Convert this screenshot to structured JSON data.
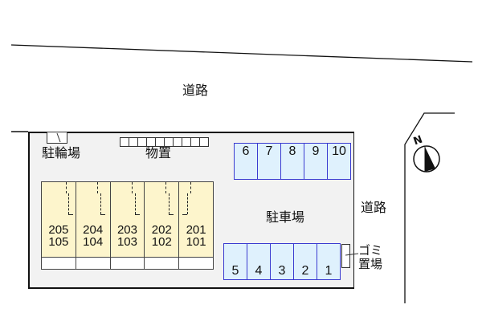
{
  "diagram": {
    "type": "site-plan",
    "roads": [
      {
        "id": "road-north",
        "label": "道路"
      },
      {
        "id": "road-east",
        "label": "道路"
      }
    ],
    "areas": {
      "bicycle_parking": "駐輪場",
      "storage": "物置",
      "car_parking": "駐車場",
      "garbage": [
        "ゴミ",
        "置場"
      ]
    },
    "storage_boxes": 10,
    "building_units": [
      {
        "upper": "205",
        "lower": "105"
      },
      {
        "upper": "204",
        "lower": "104"
      },
      {
        "upper": "203",
        "lower": "103"
      },
      {
        "upper": "202",
        "lower": "102"
      },
      {
        "upper": "201",
        "lower": "101"
      }
    ],
    "parking_top_row": [
      "6",
      "7",
      "8",
      "9",
      "10"
    ],
    "parking_bottom_row": [
      "5",
      "4",
      "3",
      "2",
      "1"
    ],
    "compass": {
      "label": "N"
    },
    "colors": {
      "building_fill": "#fdf5cc",
      "parking_fill": "#dff1fd",
      "parking_border": "#3a3ad0",
      "lot_fill": "#f2f2f2"
    }
  }
}
